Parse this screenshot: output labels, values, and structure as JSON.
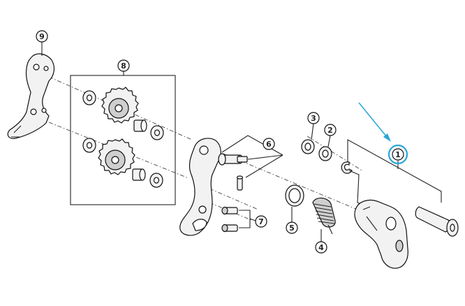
{
  "diagram": {
    "callouts": [
      {
        "id": "c1",
        "label": "1",
        "highlighted": true
      },
      {
        "id": "c2",
        "label": "2"
      },
      {
        "id": "c3",
        "label": "3"
      },
      {
        "id": "c4",
        "label": "4"
      },
      {
        "id": "c5",
        "label": "5"
      },
      {
        "id": "c6",
        "label": "6"
      },
      {
        "id": "c7",
        "label": "7"
      },
      {
        "id": "c8",
        "label": "8"
      },
      {
        "id": "c9",
        "label": "9"
      }
    ],
    "colors": {
      "highlight": "#2aa6d8",
      "ink": "#111111",
      "part_fill": "#f2f2f2",
      "part_shade": "#cfcfcf",
      "background": "#ffffff"
    }
  }
}
